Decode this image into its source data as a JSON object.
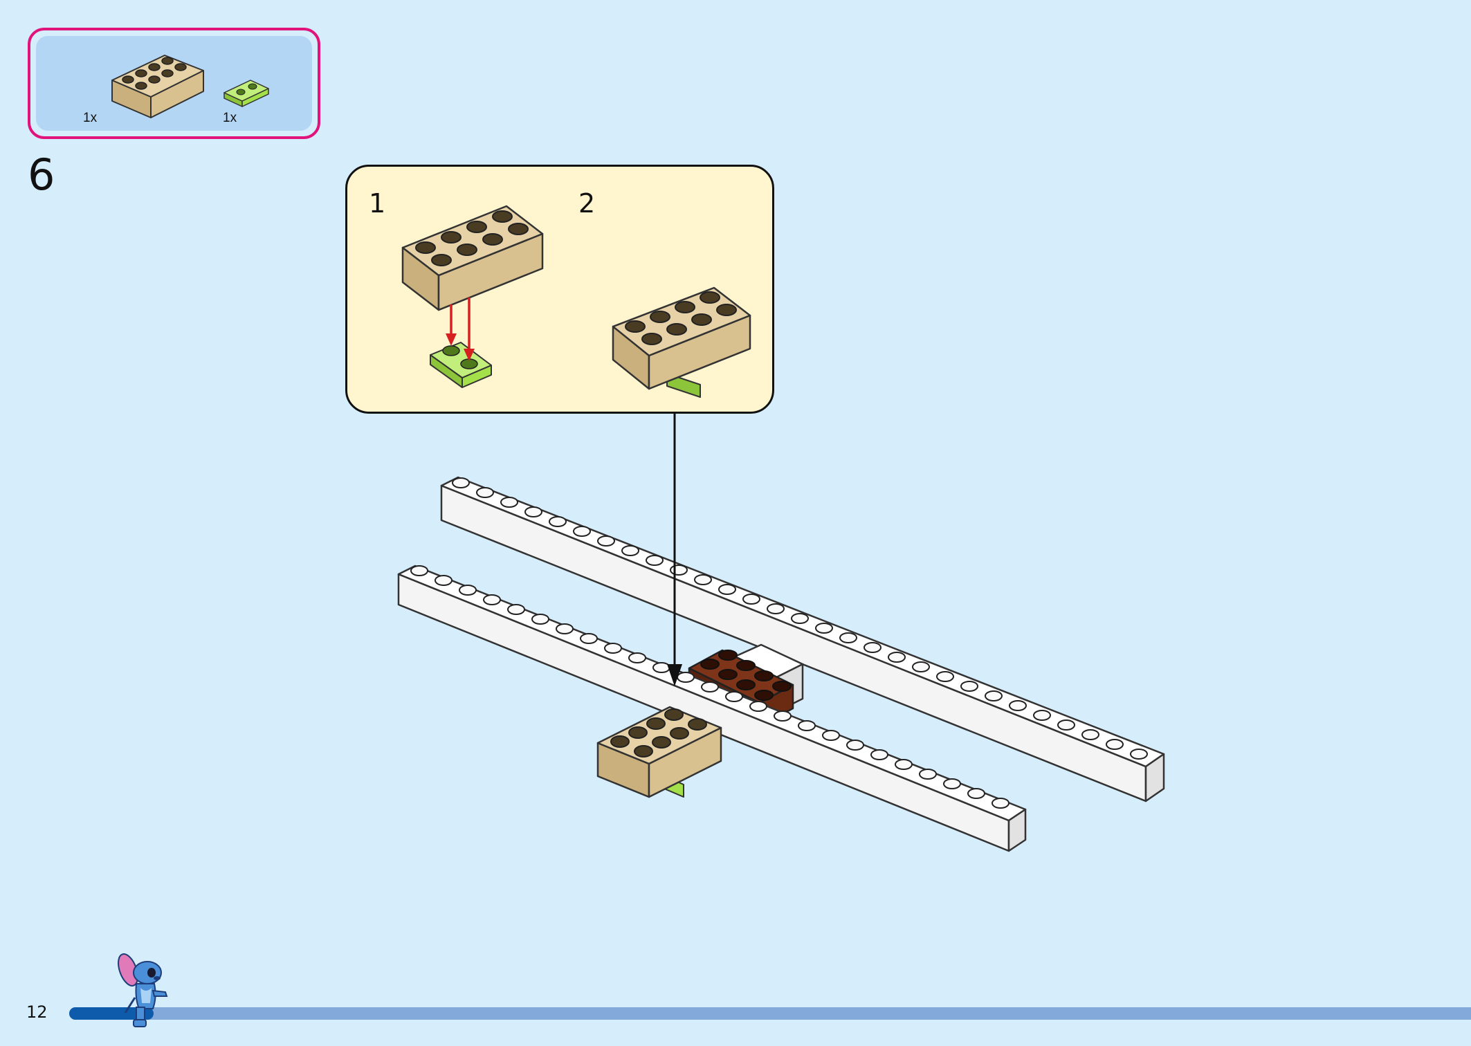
{
  "page": {
    "step_number": "6",
    "page_number": "12",
    "progress": 0.06
  },
  "parts_list": {
    "items": [
      {
        "name": "brick-2x4-tan",
        "quantity": "1x",
        "color": "#d9c18f"
      },
      {
        "name": "plate-1x2-lime",
        "quantity": "1x",
        "color": "#a4e04a"
      }
    ]
  },
  "callout": {
    "substeps": [
      {
        "label": "1"
      },
      {
        "label": "2"
      }
    ]
  },
  "colors": {
    "background": "#d6edfb",
    "parts_border": "#e0147a",
    "parts_fill": "#b3d6f5",
    "callout_fill": "#fff5cf",
    "tan": "#d9c18f",
    "lime": "#a4e04a",
    "white_brick": "#ffffff",
    "dark_brown": "#6b2a12",
    "arrow_red": "#d62020",
    "progress_done": "#0f5bab",
    "progress_rest": "#82a9d9"
  },
  "icons": {
    "character": "stitch-figure-icon",
    "placement_arrow": "down-arrow-icon",
    "press_arrows": "red-arrow-icon"
  }
}
